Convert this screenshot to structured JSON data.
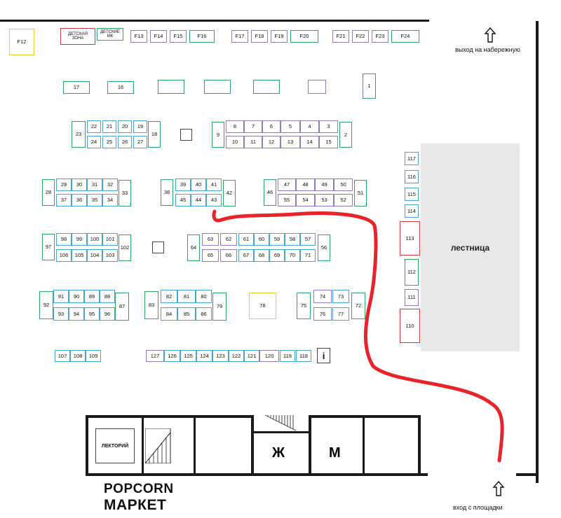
{
  "map": {
    "stalls": {
      "F12": "F12",
      "kids_zone": "ДЕТСКАЯ ЗОНА",
      "kids_mk": "ДЕТСКИЕ МК",
      "F13": "F13",
      "F14": "F14",
      "F15": "F15",
      "F16": "F16",
      "F17": "F17",
      "F18": "F18",
      "F19": "F19",
      "F20": "F20",
      "F21": "F21",
      "F22": "F22",
      "F23": "F23",
      "F24": "F24",
      "s1": "1",
      "s2": "2",
      "s3": "3",
      "s4": "4",
      "s5": "5",
      "s6": "6",
      "s7": "7",
      "s8": "8",
      "s9": "9",
      "s10": "10",
      "s11": "11",
      "s12": "12",
      "s13": "13",
      "s14": "14",
      "s15": "15",
      "s16": "16",
      "s17": "17",
      "s18": "18",
      "s19": "19",
      "s20": "20",
      "s21": "21",
      "s22": "22",
      "s23": "23",
      "s24": "24",
      "s25": "25",
      "s26": "26",
      "s27": "27",
      "s28": "28",
      "s29": "29",
      "s30": "30",
      "s31": "31",
      "s32": "32",
      "s33": "33",
      "s34": "34",
      "s35": "35",
      "s36": "36",
      "s37": "37",
      "s38": "38",
      "s39": "39",
      "s40": "40",
      "s41": "41",
      "s42": "42",
      "s43": "43",
      "s44": "44",
      "s45": "45",
      "s46": "46",
      "s47": "47",
      "s48": "48",
      "s49": "49",
      "s50": "50",
      "s51": "51",
      "s52": "52",
      "s53": "53",
      "s54": "54",
      "s55": "55",
      "s56": "56",
      "s57": "57",
      "s58": "58",
      "s59": "59",
      "s60": "60",
      "s61": "61",
      "s62": "62",
      "s63": "63",
      "s64": "64",
      "s65": "65",
      "s66": "66",
      "s67": "67",
      "s68": "68",
      "s69": "69",
      "s70": "70",
      "s71": "71",
      "s72": "72",
      "s73": "73",
      "s74": "74",
      "s75": "75",
      "s76": "76",
      "s77": "77",
      "s78": "78",
      "s79": "79",
      "s80": "80",
      "s81": "81",
      "s82": "82",
      "s83": "83",
      "s84": "84",
      "s85": "85",
      "s86": "86",
      "s87": "87",
      "s88": "88",
      "s89": "89",
      "s90": "90",
      "s91": "91",
      "s92": "92",
      "s93": "93",
      "s94": "94",
      "s95": "95",
      "s96": "96",
      "s97": "97",
      "s98": "98",
      "s99": "99",
      "s100": "100",
      "s101": "101",
      "s102": "102",
      "s103": "103",
      "s104": "104",
      "s105": "105",
      "s106": "106",
      "s107": "107",
      "s108": "108",
      "s109": "109",
      "s110": "110",
      "s111": "111",
      "s112": "112",
      "s113": "113",
      "s114": "114",
      "s115": "115",
      "s116": "116",
      "s117": "117",
      "s118": "118",
      "s119": "119",
      "s120": "120",
      "s121": "121",
      "s122": "122",
      "s123": "123",
      "s124": "124",
      "s125": "125",
      "s126": "126",
      "s127": "127",
      "info": "i"
    },
    "staircase": "лестница",
    "lectorium": "ЛЕКТОРИЙ",
    "toilet_f": "Ж",
    "toilet_m": "М",
    "exit_embankment": "выход на набережную",
    "entrance_square": "вход с площадки",
    "brand_line1": "POPCORN",
    "brand_line2": "МАРКЕТ",
    "icons": {
      "exit": "arrow-up-icon",
      "entrance": "arrow-up-icon"
    },
    "colors": {
      "route": "#e8232a",
      "green": "#2aa86a",
      "blue": "#45a6d6",
      "purple": "#8c7cc4",
      "yellow": "#e8d22a",
      "red": "#d8343a",
      "staircase_fill": "#e8e8e8"
    }
  }
}
